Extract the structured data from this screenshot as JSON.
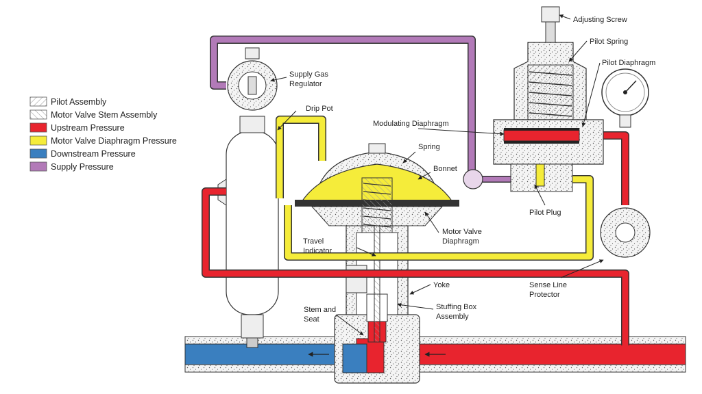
{
  "legend": [
    {
      "label": "Pilot Assembly",
      "swatch": "hatch-right",
      "color": "#ffffff"
    },
    {
      "label": "Motor Valve Stem Assembly",
      "swatch": "hatch-left",
      "color": "#ffffff"
    },
    {
      "label": "Upstream Pressure",
      "swatch": "solid",
      "color": "#e8242e"
    },
    {
      "label": "Motor Valve Diaphragm Pressure",
      "swatch": "solid",
      "color": "#f5ec3a"
    },
    {
      "label": "Downstream Pressure",
      "swatch": "solid",
      "color": "#3a7fbf"
    },
    {
      "label": "Supply Pressure",
      "swatch": "solid",
      "color": "#b27ab8"
    }
  ],
  "labels": {
    "adjusting_screw": "Adjusting Screw",
    "pilot_spring": "Pilot Spring",
    "pilot_diaphragm": "Pilot Diaphragm",
    "supply_gas_regulator_1": "Supply Gas",
    "supply_gas_regulator_2": "Regulator",
    "drip_pot": "Drip Pot",
    "modulating_diaphragm": "Modulating Diaphragm",
    "spring": "Spring",
    "bonnet": "Bonnet",
    "pilot_plug": "Pilot Plug",
    "motor_valve_1": "Motor Valve",
    "motor_valve_2": "Diaphragm",
    "travel_indicator_1": "Travel",
    "travel_indicator_2": "Indicator",
    "yoke": "Yoke",
    "sense_line_1": "Sense Line",
    "sense_line_2": "Protector",
    "stem_seat_1": "Stem and",
    "stem_seat_2": "Seat",
    "stuffing_box_1": "Stuffing Box",
    "stuffing_box_2": "Assembly"
  },
  "colors": {
    "upstream": "#e8242e",
    "diaphragm": "#f5ec3a",
    "downstream": "#3a7fbf",
    "supply": "#b27ab8",
    "body": "#f2f2f2",
    "outline": "#333333"
  }
}
